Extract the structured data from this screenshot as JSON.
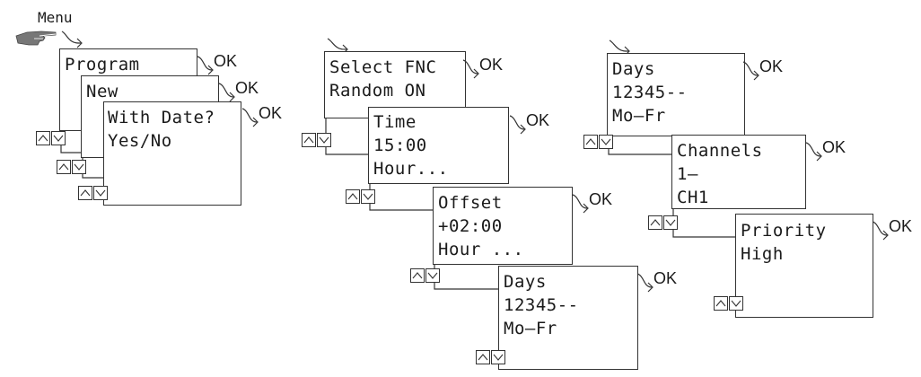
{
  "menu_label": "Menu",
  "ok_label": "OK",
  "icons": {
    "hand": "pointing-hand-icon",
    "enter": "curved-arrow-icon",
    "up": "up-arrow-icon",
    "down": "down-arrow-icon"
  },
  "groups": [
    {
      "screens": [
        {
          "lines": [
            "Program"
          ]
        },
        {
          "lines": [
            "New"
          ]
        },
        {
          "lines": [
            "With Date?",
            "Yes/No"
          ]
        }
      ]
    },
    {
      "screens": [
        {
          "lines": [
            "Select FNC",
            "Random ON"
          ]
        },
        {
          "lines": [
            "Time",
            "15:00",
            "Hour..."
          ]
        },
        {
          "lines": [
            "Offset",
            "+02:00",
            "Hour ..."
          ]
        },
        {
          "lines": [
            "Days",
            "12345--",
            "Mo—Fr"
          ]
        }
      ]
    },
    {
      "screens": [
        {
          "lines": [
            "Days",
            "12345--",
            "Mo—Fr"
          ]
        },
        {
          "lines": [
            "Channels",
            "1—",
            "CH1"
          ]
        },
        {
          "lines": [
            "Priority",
            "High"
          ]
        }
      ]
    }
  ]
}
